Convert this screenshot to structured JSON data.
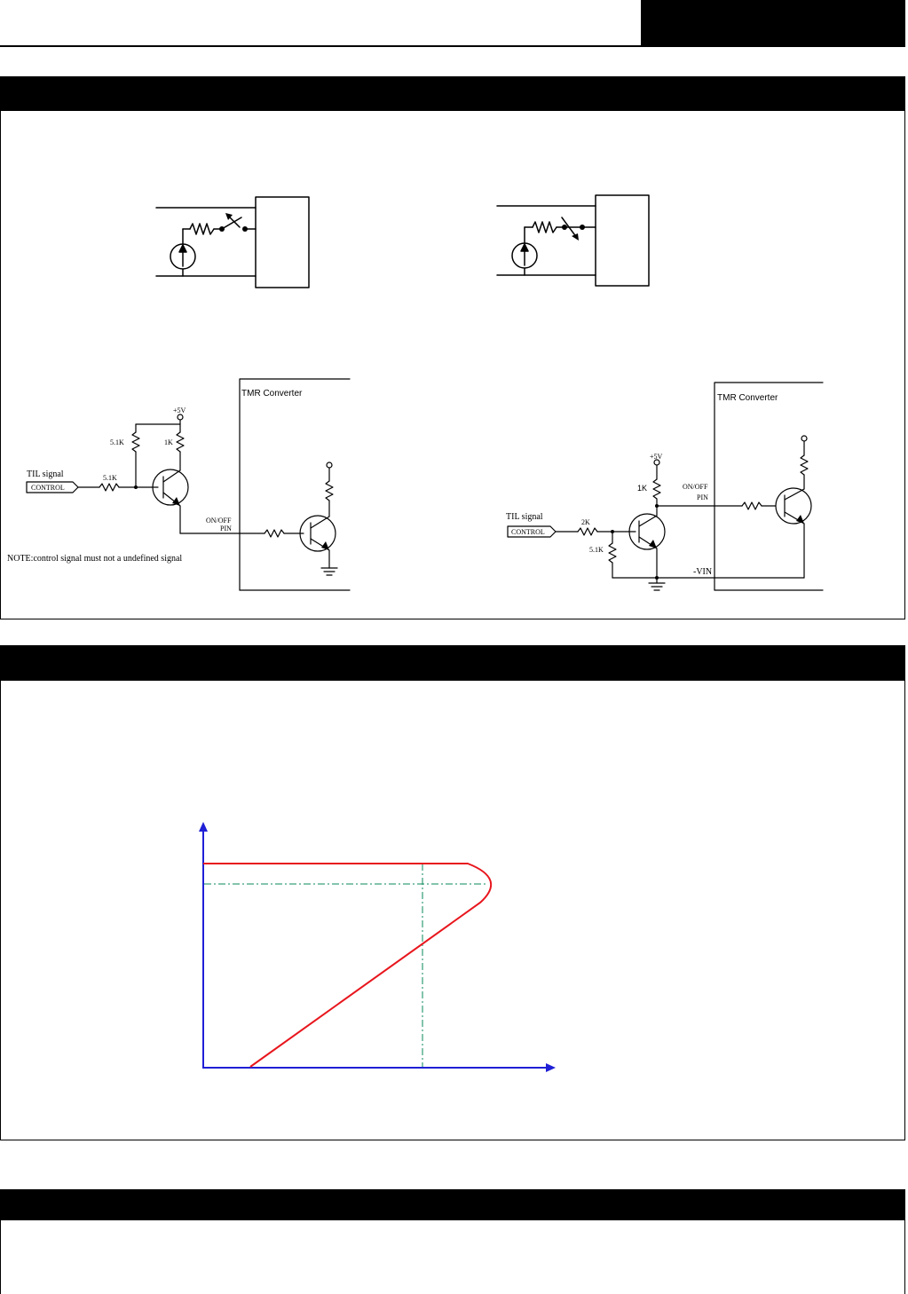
{
  "header": {
    "title_block": ""
  },
  "remote_onoff": {
    "bar_title": "",
    "circuit_a": {
      "converter_label": "TMR Converter",
      "supply_label": "+5V",
      "r1_label": "5.1K",
      "r2_label": "1K",
      "r3_label": "5.1K",
      "signal_label": "TIL signal",
      "control_label": "CONTROL",
      "pin_label_line1": "ON/OFF",
      "pin_label_line2": "PIN",
      "note": "NOTE:control signal must not a undefined signal"
    },
    "circuit_b": {
      "converter_label": "TMR Converter",
      "supply_label": "+5V",
      "r1_label": "1K",
      "r2_label": "2K",
      "r3_label": "5.1K",
      "signal_label": "TIL signal",
      "control_label": "CONTROL",
      "pin_label_line1": "ON/OFF",
      "pin_label_line2": "PIN",
      "vin_label": "-VIN"
    }
  },
  "output_characteristic": {
    "bar_title": ""
  },
  "bottom_section": {
    "bar_title": ""
  },
  "colors": {
    "curve": "#e8161d",
    "axes": "#1f1fd6",
    "reference": "#0a8a5a"
  }
}
